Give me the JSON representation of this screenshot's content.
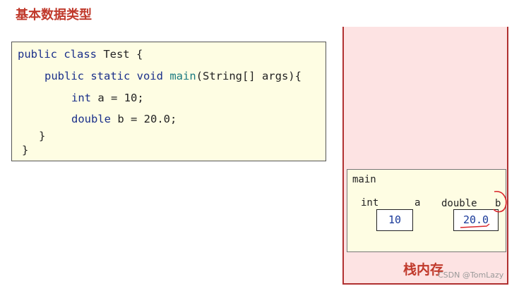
{
  "title": "基本数据类型",
  "code": {
    "line1": {
      "kw": "public class",
      "rest": " Test {"
    },
    "line2": {
      "kw": "public static void",
      "fn": "main",
      "rest": "(String[] args){"
    },
    "line3": {
      "kw": "int",
      "rest": " a = 10;"
    },
    "line4": {
      "kw": "double",
      "rest": " b = 20.0;"
    },
    "line5": "}",
    "line6": "}"
  },
  "stack": {
    "label": "栈内存",
    "frame": {
      "name": "main",
      "var_a": {
        "type": "int",
        "name": "a",
        "value": "10"
      },
      "var_b": {
        "type": "double",
        "name": "b",
        "value": "20.0"
      }
    }
  },
  "watermark": "CSDN @TomLazy",
  "colors": {
    "title": "#c0392b",
    "stack_bg": "#fde3e3",
    "stack_border": "#b03030",
    "code_bg": "#fefde3",
    "keyword": "#1a2f8a",
    "value": "#1a3a9a",
    "annotation": "#d9262b"
  }
}
